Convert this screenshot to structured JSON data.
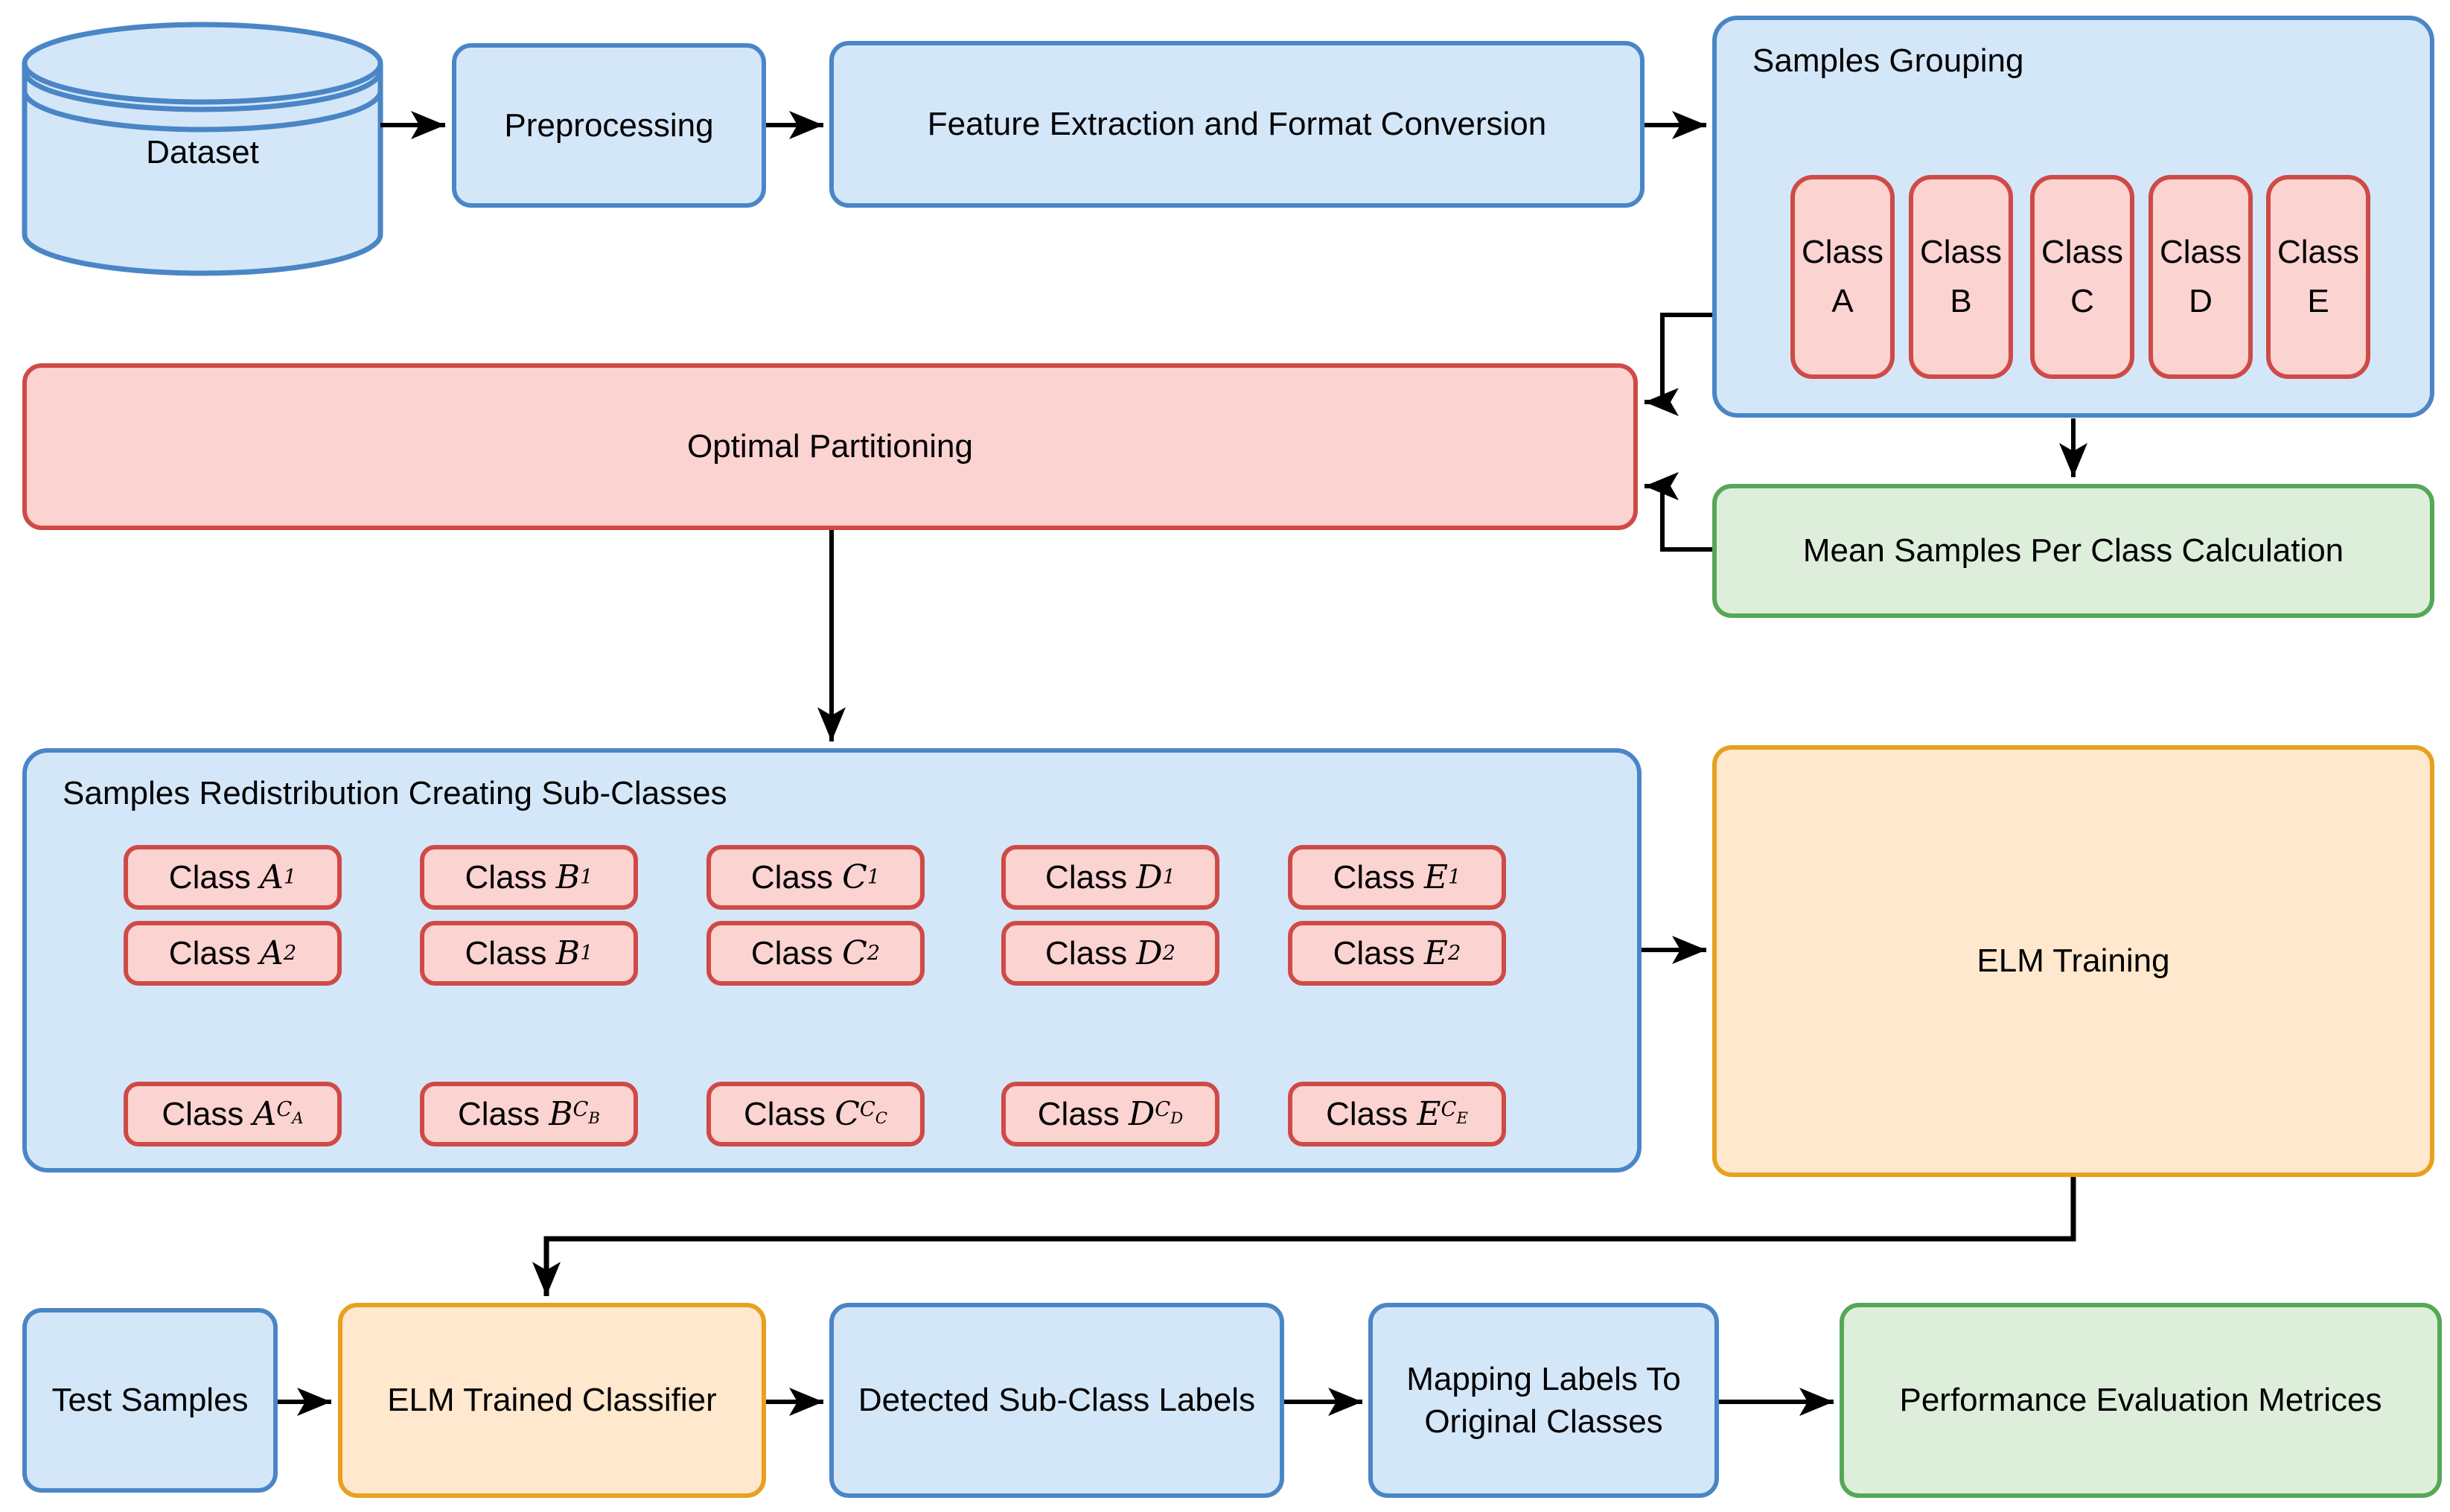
{
  "colors": {
    "blue_fill": "#d4e7f9",
    "blue_stroke": "#4a86c6",
    "red_fill": "#fbd3d1",
    "red_stroke": "#cf4a46",
    "green_fill": "#ddefdb",
    "green_stroke": "#55a855",
    "orange_fill": "#ffe8cd",
    "orange_stroke": "#e7a11f",
    "connector": "#000000"
  },
  "nodes": {
    "dataset": {
      "label": "Dataset"
    },
    "preprocessing": {
      "label": "Preprocessing"
    },
    "feature_extraction": {
      "label": "Feature Extraction and Format Conversion"
    },
    "samples_grouping": {
      "title": "Samples Grouping",
      "classes": [
        {
          "word": "Class",
          "letter": "A"
        },
        {
          "word": "Class",
          "letter": "B"
        },
        {
          "word": "Class",
          "letter": "C"
        },
        {
          "word": "Class",
          "letter": "D"
        },
        {
          "word": "Class",
          "letter": "E"
        }
      ]
    },
    "optimal_partitioning": {
      "label": "Optimal Partitioning"
    },
    "mean_samples": {
      "label": "Mean Samples Per Class Calculation"
    },
    "samples_redistribution": {
      "title": "Samples Redistribution Creating Sub-Classes",
      "columns": [
        {
          "rows": [
            {
              "word": "Class",
              "sym": "A",
              "sub": "1"
            },
            {
              "word": "Class",
              "sym": "A",
              "sub": "2"
            },
            {
              "word": "Class",
              "sym": "A",
              "sub": "C",
              "subsub": "A"
            }
          ]
        },
        {
          "rows": [
            {
              "word": "Class",
              "sym": "B",
              "sub": "1"
            },
            {
              "word": "Class",
              "sym": "B",
              "sub": "1"
            },
            {
              "word": "Class",
              "sym": "B",
              "sub": "C",
              "subsub": "B"
            }
          ]
        },
        {
          "rows": [
            {
              "word": "Class",
              "sym": "C",
              "sub": "1"
            },
            {
              "word": "Class",
              "sym": "C",
              "sub": "2"
            },
            {
              "word": "Class",
              "sym": "C",
              "sub": "C",
              "subsub": "C"
            }
          ]
        },
        {
          "rows": [
            {
              "word": "Class",
              "sym": "D",
              "sub": "1"
            },
            {
              "word": "Class",
              "sym": "D",
              "sub": "2"
            },
            {
              "word": "Class",
              "sym": "D",
              "sub": "C",
              "subsub": "D"
            }
          ]
        },
        {
          "rows": [
            {
              "word": "Class",
              "sym": "E",
              "sub": "1"
            },
            {
              "word": "Class",
              "sym": "E",
              "sub": "2"
            },
            {
              "word": "Class",
              "sym": "E",
              "sub": "C",
              "subsub": "E"
            }
          ]
        }
      ]
    },
    "elm_training": {
      "label": "ELM Training"
    },
    "test_samples": {
      "label": "Test Samples"
    },
    "elm_trained_classifier": {
      "label": "ELM Trained Classifier"
    },
    "detected_labels": {
      "label": "Detected Sub-Class Labels"
    },
    "mapping_labels": {
      "label": "Mapping Labels To Original Classes"
    },
    "performance_eval": {
      "label": "Performance Evaluation Metrices"
    }
  }
}
